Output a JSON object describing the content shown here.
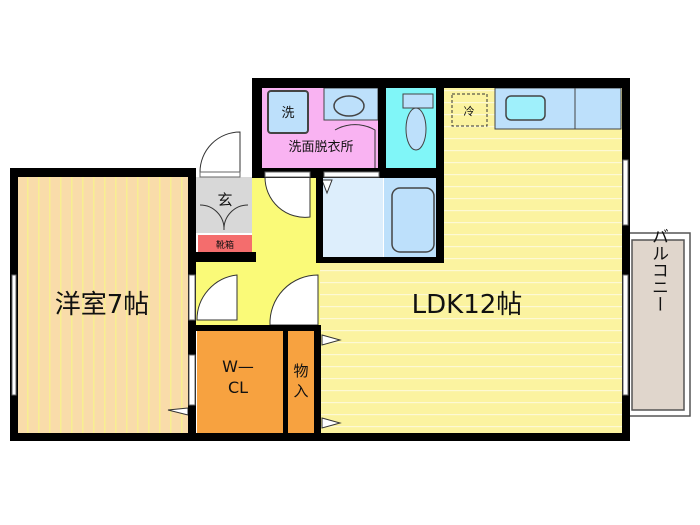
{
  "rooms": {
    "western_room": "洋室7帖",
    "ldk": "LDK12帖",
    "entrance": "玄",
    "shoe_box": "靴箱",
    "washroom": "洗面脱衣所",
    "washer": "洗",
    "fridge": "冷",
    "walk_in_closet_line1": "W—",
    "walk_in_closet_line2": "CL",
    "storage_line1": "物",
    "storage_line2": "入",
    "balcony": "バルコニー"
  },
  "colors": {
    "western_room": "#f9dcaa",
    "ldk": "#fbf3a0",
    "hallway": "#fafa78",
    "closet": "#f7a240",
    "washroom": "#f9b3f2",
    "toilet": "#80f6f8",
    "bath": "#bde0fb",
    "entrance": "#d8d8d8",
    "shoe_box": "#f46d6d",
    "balcony": "#e0d6cc",
    "wall": "#000000"
  }
}
